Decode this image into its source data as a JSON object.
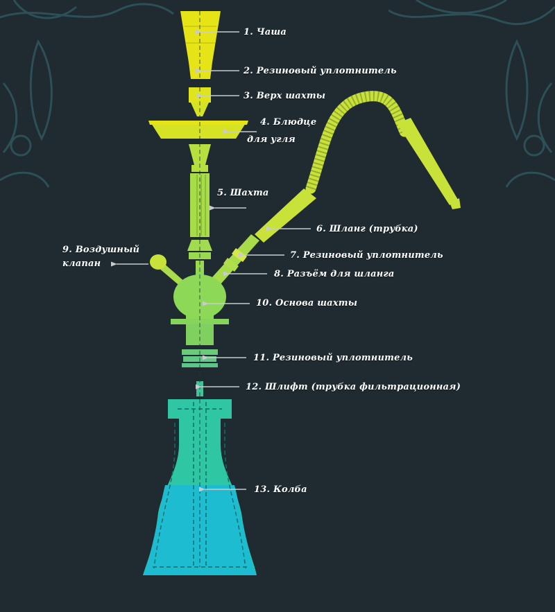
{
  "colors": {
    "background": "#1f2b30",
    "ornament": "#2f5660",
    "yellow": "#e6e316",
    "lime": "#c9e23a",
    "green": "#8dd957",
    "teal": "#2fc7a3",
    "cyan": "#1dbcd0",
    "label": "#ffffff",
    "arrow": "#c8ccce"
  },
  "labels": {
    "l1": "1. Чаша",
    "l2": "2. Резиновый уплотнитель",
    "l3": "3. Верх шахты",
    "l4a": "4. Блюдце",
    "l4b": "для угля",
    "l5": "5. Шахта",
    "l6": "6. Шланг (трубка)",
    "l7": "7. Резиновый уплотнитель",
    "l8": "8. Разъём для шланга",
    "l9a": "9. Воздушный",
    "l9b": "клапан",
    "l10": "10. Основа шахты",
    "l11": "11. Резиновый уплотнитель",
    "l12": "12. Шлифт (трубка фильтрационная)",
    "l13": "13. Колба"
  }
}
